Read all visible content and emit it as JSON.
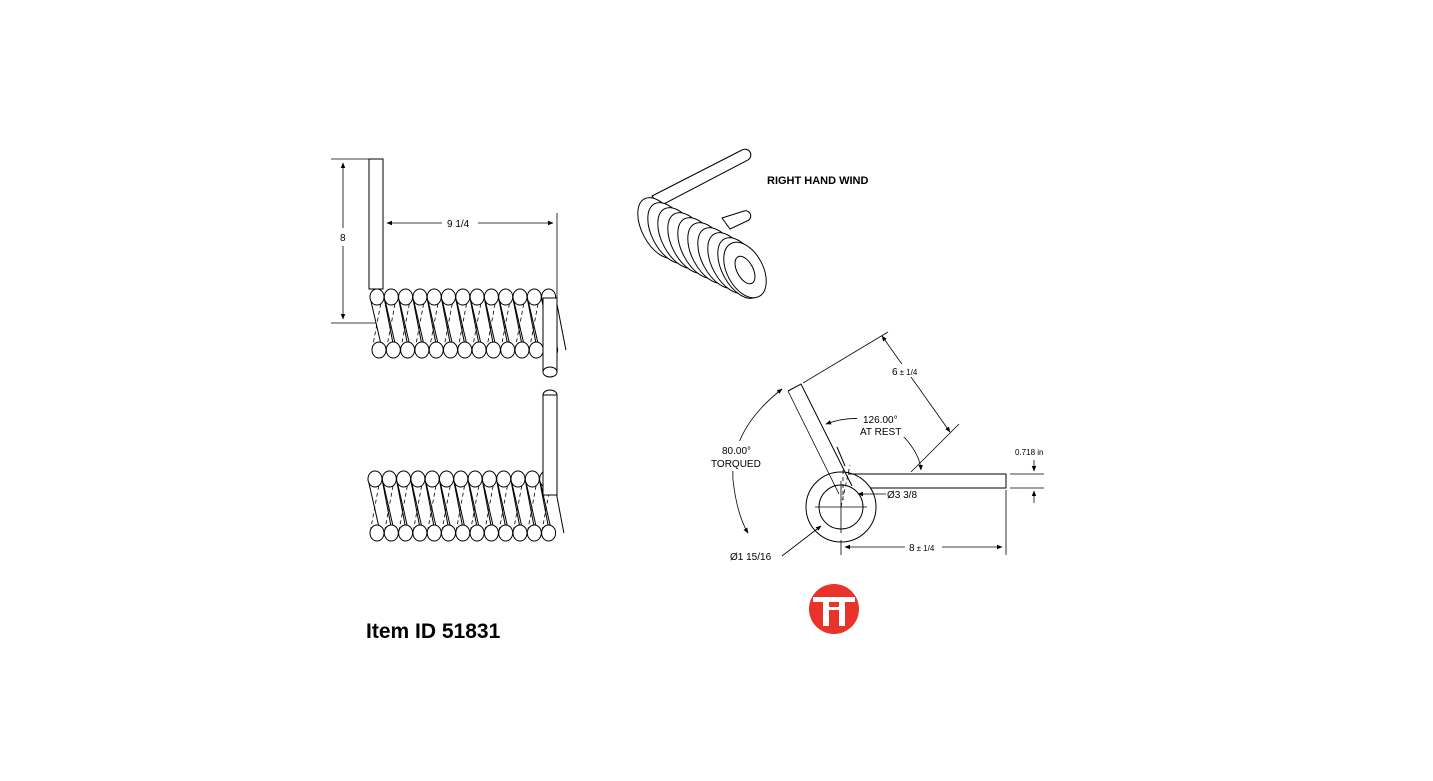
{
  "note_wind": "RIGHT HAND WIND",
  "dimensions": {
    "leg_height": "8",
    "body_length": "9 1/4",
    "leg_length_a": "6",
    "leg_length_a_tol": "± 1/4",
    "leg_length_b": "8",
    "leg_length_b_tol": "± 1/4",
    "angle_rest_value": "126.00°",
    "angle_rest_label": "AT REST",
    "angle_torqued_value": "80.00°",
    "angle_torqued_label": "TORQUED",
    "inner_diameter": "Ø3 3/8",
    "outer_diameter": "Ø1 15/16",
    "wire_diameter": "0.718 in"
  },
  "item_id": "Item ID 51831",
  "logo": {
    "letter": "T",
    "color": "#e8322a"
  }
}
